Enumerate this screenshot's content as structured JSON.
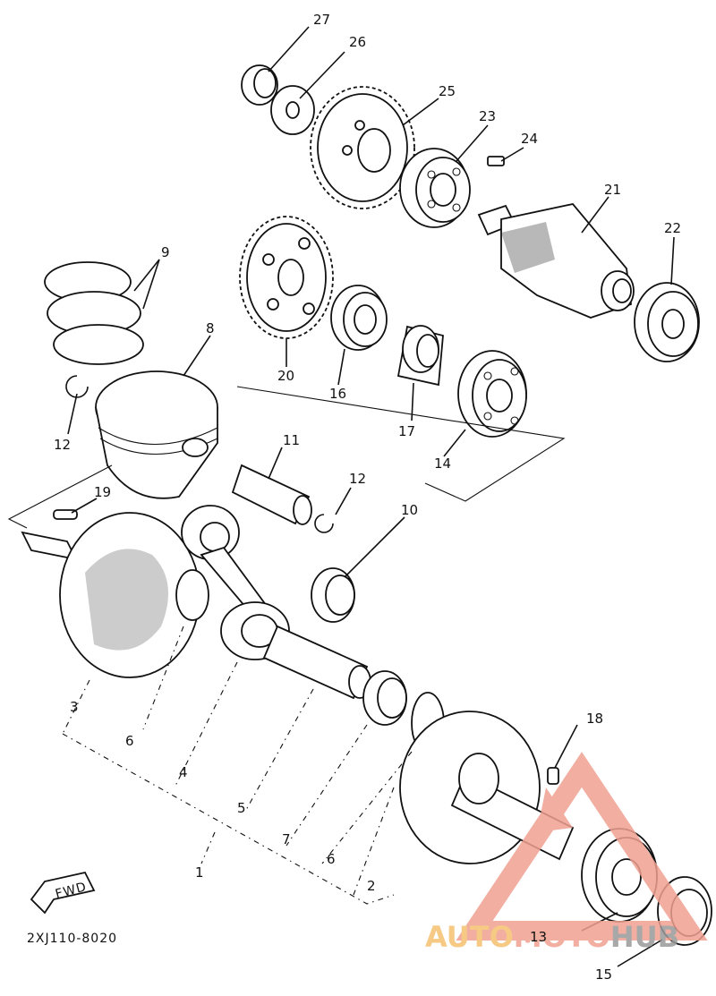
{
  "diagram_code": "2XJ110-8020",
  "fwd_label": "FWD",
  "watermark": {
    "part1": "AUTO",
    "part2": "MOTO",
    "part3": "HUB",
    "color_primary": "#f0a090",
    "color_secondary": "#f5c070",
    "color_dark": "#9a9a9a"
  },
  "callouts": [
    {
      "id": "c27",
      "text": "27"
    },
    {
      "id": "c26",
      "text": "26"
    },
    {
      "id": "c25",
      "text": "25"
    },
    {
      "id": "c23",
      "text": "23"
    },
    {
      "id": "c24",
      "text": "24"
    },
    {
      "id": "c21",
      "text": "21"
    },
    {
      "id": "c22",
      "text": "22"
    },
    {
      "id": "c9",
      "text": "9"
    },
    {
      "id": "c8",
      "text": "8"
    },
    {
      "id": "c20",
      "text": "20"
    },
    {
      "id": "c16",
      "text": "16"
    },
    {
      "id": "c17",
      "text": "17"
    },
    {
      "id": "c14",
      "text": "14"
    },
    {
      "id": "c12a",
      "text": "12"
    },
    {
      "id": "c11",
      "text": "11"
    },
    {
      "id": "c12b",
      "text": "12"
    },
    {
      "id": "c19",
      "text": "19"
    },
    {
      "id": "c10",
      "text": "10"
    },
    {
      "id": "c3",
      "text": "3"
    },
    {
      "id": "c6a",
      "text": "6"
    },
    {
      "id": "c4",
      "text": "4"
    },
    {
      "id": "c5",
      "text": "5"
    },
    {
      "id": "c7",
      "text": "7"
    },
    {
      "id": "c6b",
      "text": "6"
    },
    {
      "id": "c1",
      "text": "1"
    },
    {
      "id": "c2",
      "text": "2"
    },
    {
      "id": "c18",
      "text": "18"
    },
    {
      "id": "c13",
      "text": "13"
    },
    {
      "id": "c15",
      "text": "15"
    }
  ]
}
